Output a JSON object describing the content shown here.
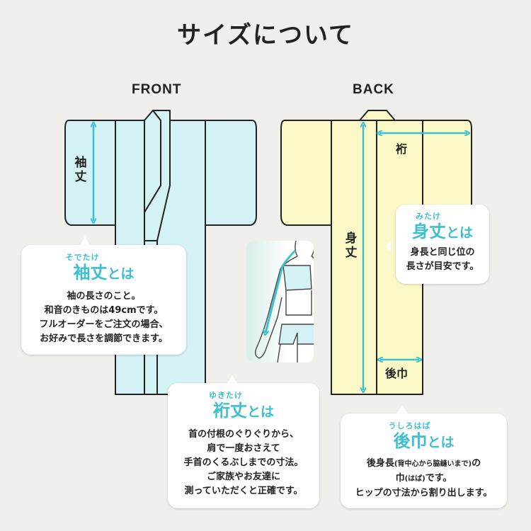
{
  "title": "サイズについて",
  "front_label": "FRONT",
  "back_label": "BACK",
  "labels": {
    "sleeve_length": "袖丈",
    "yuki": "裄",
    "body_length": "身丈",
    "back_width": "後巾"
  },
  "bubbles": {
    "sleeve": {
      "ruby": "そでたけ",
      "head_main": "袖丈",
      "head_suffix": "とは",
      "lines": [
        "袖の長さのこと。",
        "和音のきものは49cmです。",
        "フルオーダーをご注文の場合、",
        "お好みで長さを調節できます。"
      ]
    },
    "body": {
      "ruby": "みたけ",
      "head_main": "身丈",
      "head_suffix": "とは",
      "lines": [
        "身長と同じ位の",
        "長さが目安です。"
      ]
    },
    "yuki": {
      "ruby": "ゆきたけ",
      "head_main": "裄丈",
      "head_suffix": "とは",
      "lines": [
        "首の付根のぐりぐりから、",
        "肩で一度おさえて",
        "手首のくるぶしまでの寸法。",
        "ご家族やお友達に",
        "測っていただくと正確です。"
      ]
    },
    "back": {
      "ruby": "うしろはば",
      "head_main": "後巾",
      "head_suffix": "とは",
      "line1_a": "後身長",
      "line1_small": "(背中心から脇縫いまで)",
      "line1_b": "の",
      "line2_a": "巾",
      "line2_small": "(はば)",
      "line2_b": "です。",
      "line3": "ヒップの寸法から割り出します。"
    }
  },
  "colors": {
    "front_fill": "#d4f1f5",
    "back_fill": "#fbf8c8",
    "accent": "#3cbfcf",
    "outline": "#222222",
    "background": "#f1efec"
  }
}
